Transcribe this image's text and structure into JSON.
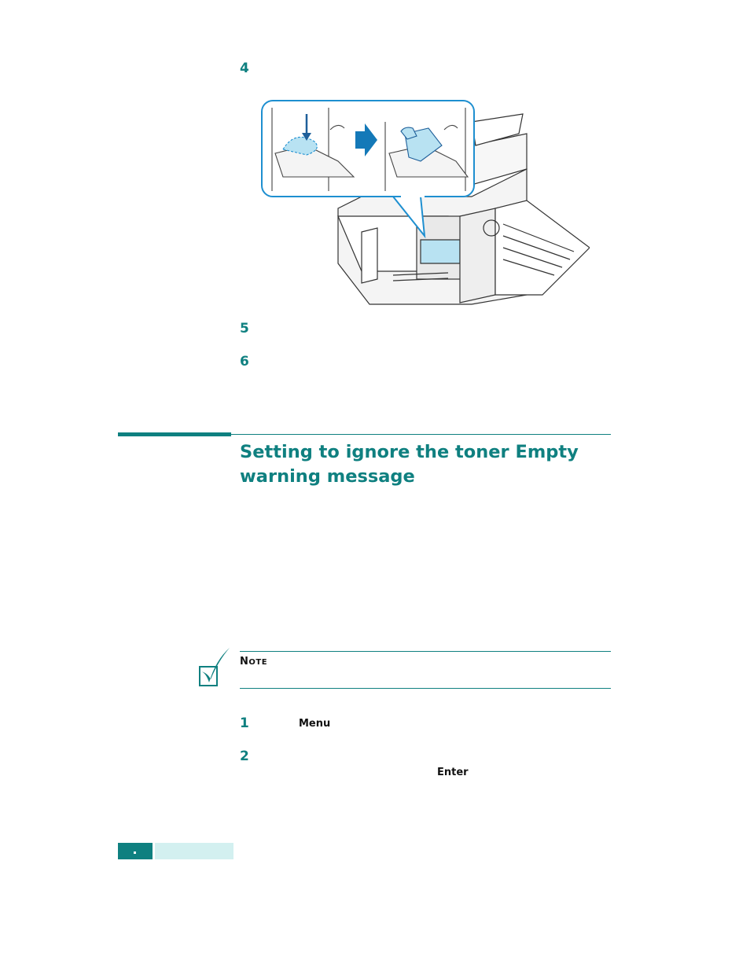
{
  "steps": {
    "s4": "4",
    "s5": "5",
    "s6": "6",
    "s1": "1",
    "s2": "2"
  },
  "section": {
    "title": "Setting to ignore the toner Empty warning message"
  },
  "note": {
    "label_first": "N",
    "label_rest": "OTE"
  },
  "keys": {
    "menu": "Menu",
    "enter": "Enter"
  },
  "colors": {
    "accent": "#0f8080",
    "footer_light": "#d3f0f0",
    "callout_border": "#1e8fd0",
    "arrow": "#1479b8",
    "toner_fill": "#b8e2f2"
  },
  "icons": {
    "note": "checkmark-note-icon",
    "illustration": "toner-cartridge-illustration"
  }
}
